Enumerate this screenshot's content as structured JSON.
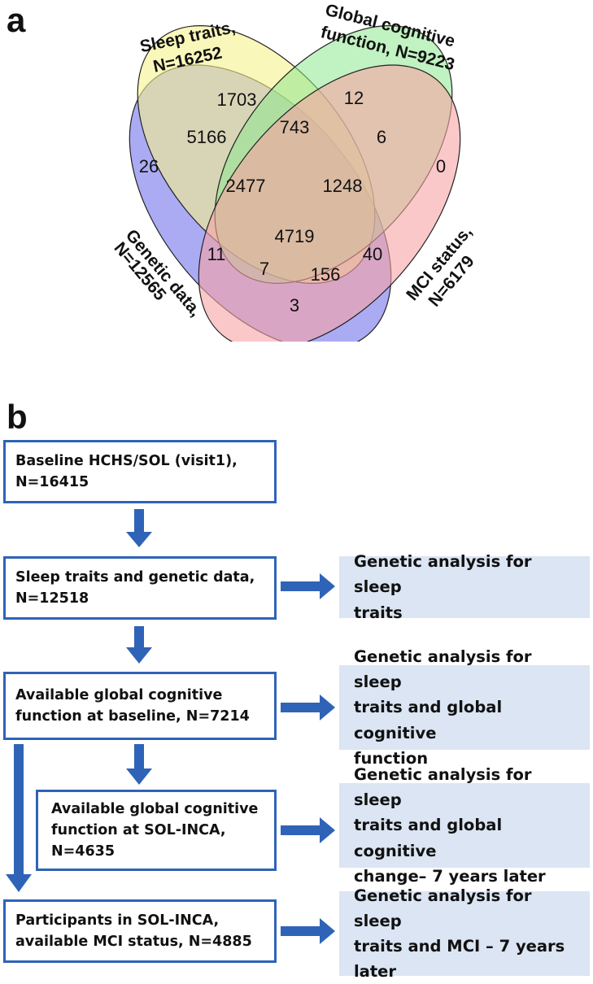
{
  "panels": {
    "a": "a",
    "b": "b"
  },
  "venn": {
    "sets": [
      {
        "id": "genetic",
        "label_line1": "Genetic data,",
        "label_line2": "N=12565",
        "color": "#8f8ff0"
      },
      {
        "id": "sleep",
        "label_line1": "Sleep traits,",
        "label_line2": "N=16252",
        "color": "#f7f28d"
      },
      {
        "id": "cognitive",
        "label_line1": "Global cognitive",
        "label_line2": "function, N=9223",
        "color": "#8ee88e"
      },
      {
        "id": "mci",
        "label_line1": "MCI status,",
        "label_line2": "N=6179",
        "color": "#f7a3a3"
      }
    ],
    "regions": {
      "genetic_only": "26",
      "sleep_only": "1703",
      "cognitive_only": "12",
      "mci_only": "0",
      "genetic_sleep": "5166",
      "sleep_cognitive": "743",
      "cognitive_mci": "6",
      "genetic_sleep_cognitive": "2477",
      "sleep_cognitive_mci": "1248",
      "genetic_cognitive": "11",
      "all_four": "4719",
      "sleep_mci": "40",
      "genetic_cognitive_mci": "7",
      "genetic_sleep_mci": "156",
      "genetic_mci": "3"
    }
  },
  "flow": {
    "steps": [
      {
        "line1": "Baseline HCHS/SOL (visit1),",
        "line2": "N=16415"
      },
      {
        "line1": "Sleep traits and genetic data,",
        "line2": "N=12518"
      },
      {
        "line1": "Available global cognitive",
        "line2": "function at baseline, N=7214"
      },
      {
        "line1": "Available global cognitive",
        "line2": "function at SOL-INCA,",
        "line3": "N=4635"
      },
      {
        "line1": "Participants in SOL-INCA,",
        "line2": "available MCI status, N=4885"
      }
    ],
    "analyses": [
      {
        "line1": "Genetic analysis for sleep",
        "line2": "traits"
      },
      {
        "line1": "Genetic analysis for sleep",
        "line2": "traits and global cognitive",
        "line3": "function"
      },
      {
        "line1": "Genetic analysis for sleep",
        "line2": "traits and global cognitive",
        "line3": "change– 7 years later"
      },
      {
        "line1": "Genetic analysis for sleep",
        "line2": "traits and MCI – 7 years",
        "line3": "later"
      }
    ],
    "arrow_color": "#2f63b7"
  }
}
